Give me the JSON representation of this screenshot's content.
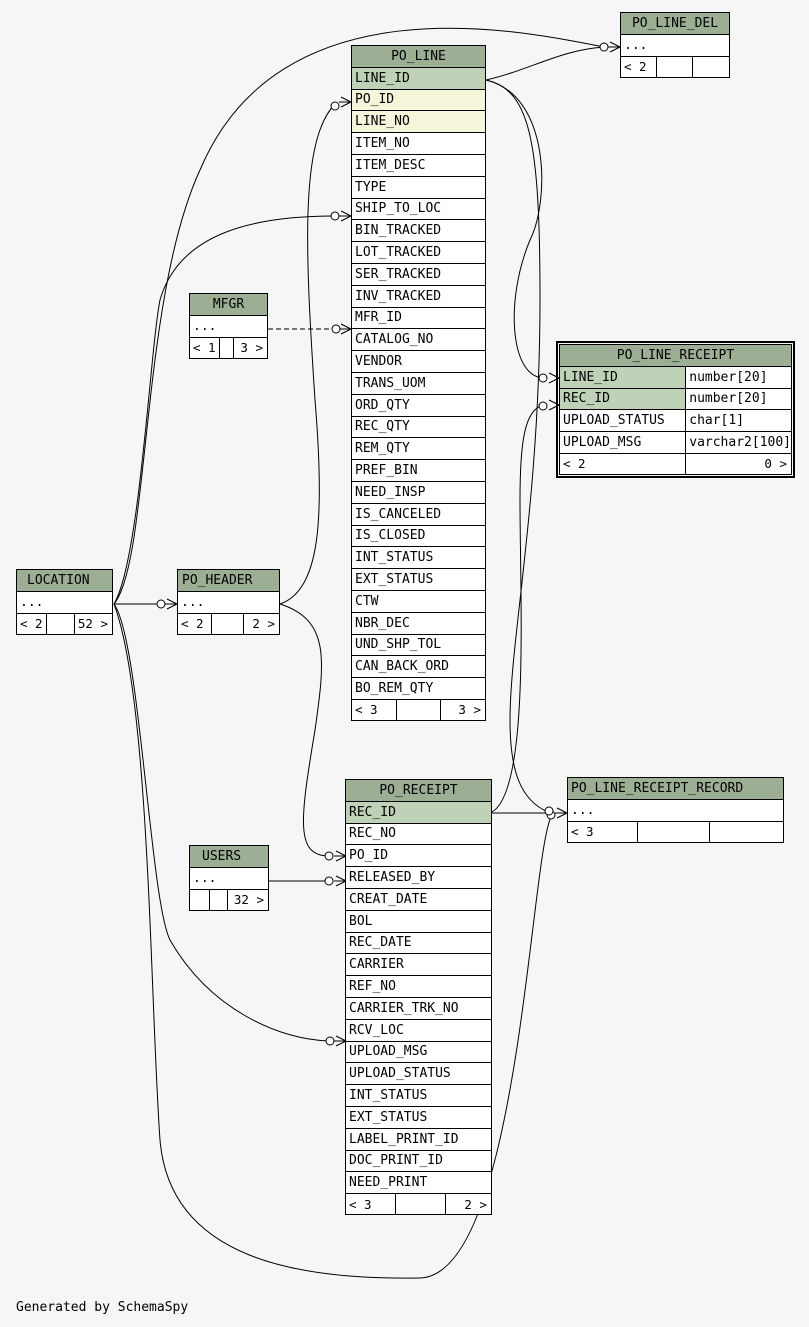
{
  "footer": "Generated by SchemaSpy",
  "tables": {
    "po_line": {
      "name": "PO_LINE",
      "columns": [
        "LINE_ID",
        "PO_ID",
        "LINE_NO",
        "ITEM_NO",
        "ITEM_DESC",
        "TYPE",
        "SHIP_TO_LOC",
        "BIN_TRACKED",
        "LOT_TRACKED",
        "SER_TRACKED",
        "INV_TRACKED",
        "MFR_ID",
        "CATALOG_NO",
        "VENDOR",
        "TRANS_UOM",
        "ORD_QTY",
        "REC_QTY",
        "REM_QTY",
        "PREF_BIN",
        "NEED_INSP",
        "IS_CANCELED",
        "IS_CLOSED",
        "INT_STATUS",
        "EXT_STATUS",
        "CTW",
        "NBR_DEC",
        "UND_SHP_TOL",
        "CAN_BACK_ORD",
        "BO_REM_QTY"
      ],
      "nav": {
        "left": "< 3",
        "mid": "",
        "right": "3 >"
      }
    },
    "po_line_del": {
      "name": "PO_LINE_DEL",
      "body": "...",
      "nav": {
        "left": "< 2",
        "mid": "",
        "right": ""
      }
    },
    "mfgr": {
      "name": "MFGR",
      "body": "...",
      "nav": {
        "left": "< 1",
        "mid": "",
        "right": "3 >"
      }
    },
    "location": {
      "name": "LOCATION",
      "body": "...",
      "nav": {
        "left": "< 2",
        "mid": "",
        "right": "52 >"
      }
    },
    "po_header": {
      "name": "PO_HEADER",
      "body": "...",
      "nav": {
        "left": "< 2",
        "mid": "",
        "right": "2 >"
      }
    },
    "users": {
      "name": "USERS",
      "body": "...",
      "nav": {
        "left": "",
        "mid": "",
        "right": "32 >"
      }
    },
    "po_line_receipt": {
      "name": "PO_LINE_RECEIPT",
      "columns": [
        {
          "name": "LINE_ID",
          "type": "number[20]"
        },
        {
          "name": "REC_ID",
          "type": "number[20]"
        },
        {
          "name": "UPLOAD_STATUS",
          "type": "char[1]"
        },
        {
          "name": "UPLOAD_MSG",
          "type": "varchar2[100]"
        }
      ],
      "nav": {
        "left": "< 2",
        "mid": "",
        "right": "0 >"
      }
    },
    "po_receipt": {
      "name": "PO_RECEIPT",
      "columns": [
        "REC_ID",
        "REC_NO",
        "PO_ID",
        "RELEASED_BY",
        "CREAT_DATE",
        "BOL",
        "REC_DATE",
        "CARRIER",
        "REF_NO",
        "CARRIER_TRK_NO",
        "RCV_LOC",
        "UPLOAD_MSG",
        "UPLOAD_STATUS",
        "INT_STATUS",
        "EXT_STATUS",
        "LABEL_PRINT_ID",
        "DOC_PRINT_ID",
        "NEED_PRINT"
      ],
      "nav": {
        "left": "< 3",
        "mid": "",
        "right": "2 >"
      }
    },
    "po_line_receipt_record": {
      "name": "PO_LINE_RECEIPT_RECORD",
      "body": "...",
      "nav": {
        "left": "< 3",
        "mid": "",
        "right": ""
      }
    }
  }
}
